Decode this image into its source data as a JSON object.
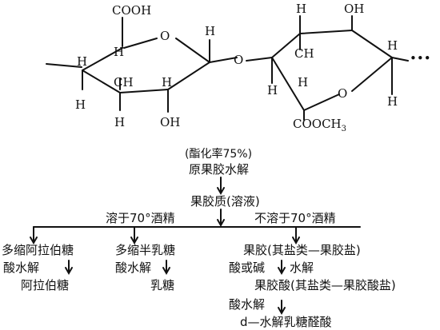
{
  "structure": {
    "labels": {
      "cooh": "COOH",
      "o_ring1": "O",
      "h_ring1_top": "H",
      "h_ring1_c5": "H",
      "o_bridge": "O",
      "h_ring2_top_left": "H",
      "oh_ring2_top": "OH",
      "ch_ring2": "CH",
      "h_ring2_right": "H",
      "o_ring2": "O",
      "h_ring2_bottom_left": "H",
      "h_ring2_anomeric": "H",
      "cooch3": "COOCH",
      "cooch3_sub": "3",
      "ch_ring1": "CH",
      "h_ring1_bottom_left": "H",
      "h_ring1_c4": "H",
      "h_ring1_bottom": "H",
      "oh_ring1_bottom": "OH",
      "ch_ring1_h": "H"
    }
  },
  "flow": {
    "esterification": "(酯化率75%)",
    "hydrolysis": "原果胶水解",
    "pectin_solution": "果胶质(溶液)",
    "soluble_label": "溶于70°酒精",
    "insoluble_label": "不溶于70°酒精",
    "branch_arabinan": "多缩阿拉伯糖",
    "acid_hydrolysis_1": "酸水解",
    "arabinose": "阿拉伯糖",
    "branch_galactan": "多缩半乳糖",
    "acid_hydrolysis_2": "酸水解",
    "galactose": "乳糖",
    "pectin_salts": "果胶(其盐类—果胶盐)",
    "acid_or_base": "酸或碱",
    "hydrolysis_2": "水解",
    "pectic_acid": "果胶酸(其盐类—果胶酸盐)",
    "acid_hydrolysis_3": "酸水解",
    "final_product": "d—水解乳糖醛酸"
  }
}
